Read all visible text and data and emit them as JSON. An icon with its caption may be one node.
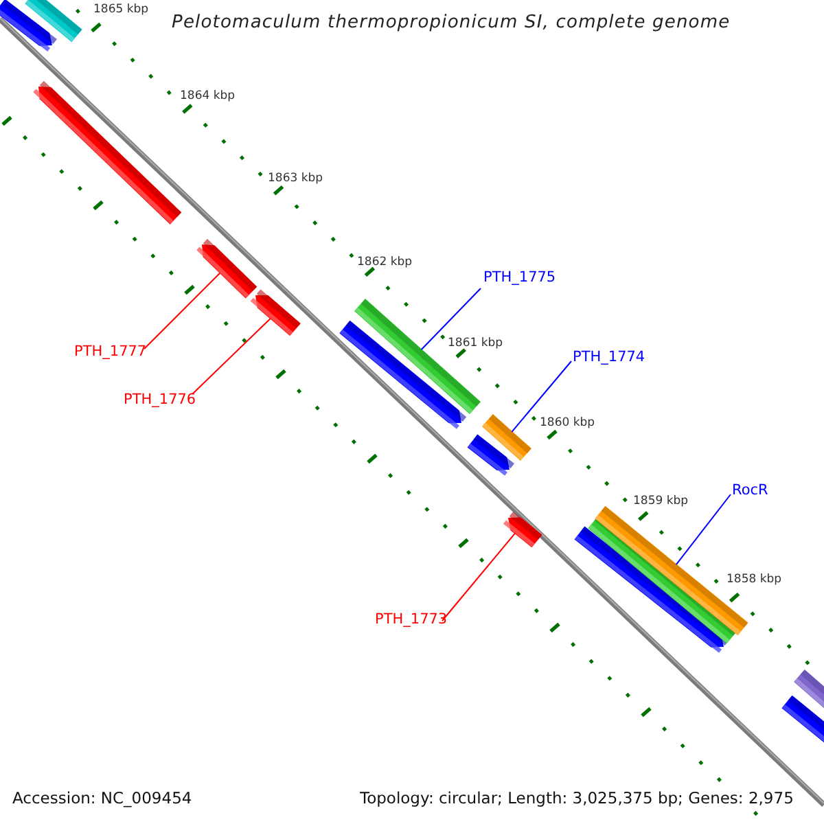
{
  "diagram": {
    "title": "Pelotomaculum thermopropionicum SI, complete genome",
    "nodes": [
      {
        "text": [
          "PTH_1777"
        ]
      },
      {
        "text": [
          "PTH_1776"
        ]
      },
      {
        "text": [
          "PTH_1775"
        ]
      },
      {
        "text": [
          "PTH_1774"
        ]
      },
      {
        "text": [
          "PTH_1773"
        ]
      },
      {
        "text": [
          "RocR"
        ]
      },
      {
        "text": [],
        "shape": "bar"
      },
      {
        "text": [],
        "shape": "bar"
      },
      {
        "text": [],
        "shape": "bar"
      },
      {
        "text": [],
        "shape": "bar"
      },
      {
        "text": [],
        "shape": "bar"
      },
      {
        "text": [],
        "shape": "bar"
      }
    ],
    "edges": [
      {
        "from": 0,
        "to": 6,
        "arrow": "none",
        "color": "#ff0000"
      },
      {
        "from": 1,
        "to": 7,
        "arrow": "none",
        "color": "#ff0000"
      },
      {
        "from": 2,
        "to": 8,
        "arrow": "none",
        "color": "#0000ff"
      },
      {
        "from": 3,
        "to": 9,
        "arrow": "none",
        "color": "#0000ff"
      },
      {
        "from": 4,
        "to": 10,
        "arrow": "none",
        "color": "#ff0000"
      },
      {
        "from": 5,
        "to": 11,
        "arrow": "none",
        "color": "#0000ff"
      }
    ],
    "labels": [
      "1865 kbp",
      "1864 kbp",
      "1863 kbp",
      "1862 kbp",
      "1861 kbp",
      "1860 kbp",
      "1859 kbp",
      "1858 kbp",
      "Accession: NC_009454",
      "Topology: circular; Length: 3,025,375 bp; Genes: 2,975"
    ]
  }
}
